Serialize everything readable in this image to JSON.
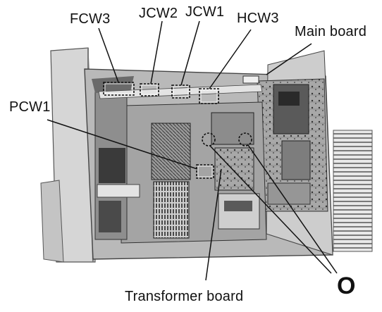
{
  "labels": {
    "fcw3": "FCW3",
    "jcw2": "JCW2",
    "jcw1": "JCW1",
    "hcw3": "HCW3",
    "main_board": "Main board",
    "pcw1": "PCW1",
    "screw_marker": "O",
    "transformer_board": "Transformer board"
  },
  "colors": {
    "ink": "#111111",
    "photo_light": "#d8d8d8",
    "photo_mid": "#8a8a8a",
    "photo_dark": "#2a2a2a"
  }
}
